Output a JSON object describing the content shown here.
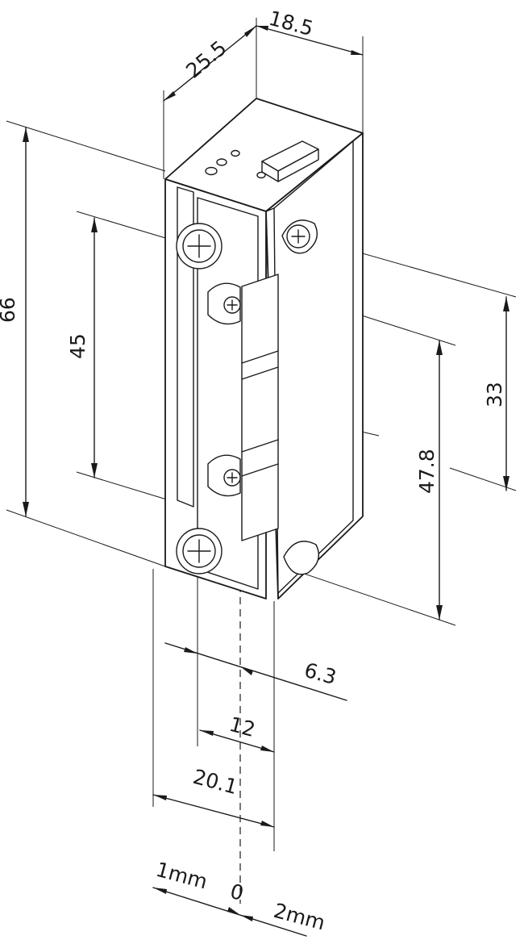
{
  "dimensions": {
    "depth": "25.5",
    "width": "18.5",
    "height_total": "66",
    "height_inner": "45",
    "faceplate_height": "47.8",
    "latch_height": "33",
    "offset": "6.3",
    "screw_spacing": "12",
    "faceplate_width": "20.1"
  },
  "adjustment": {
    "left_label": "1mm",
    "zero_label": "0",
    "right_label": "2mm"
  }
}
